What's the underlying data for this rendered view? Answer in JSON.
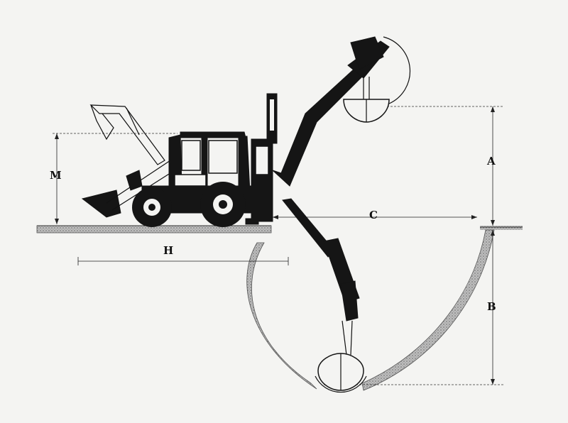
{
  "labels": {
    "A": "A",
    "B": "B",
    "C": "C",
    "H": "H",
    "M": "M"
  },
  "colors": {
    "background": "#f4f4f2",
    "ink": "#151515"
  }
}
